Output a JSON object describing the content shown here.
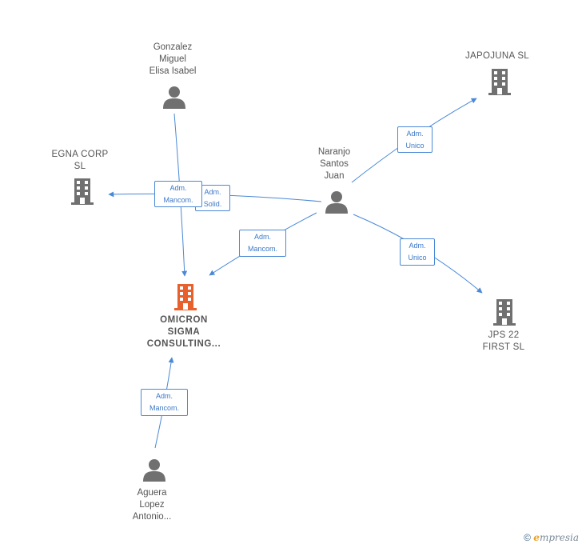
{
  "nodes": {
    "gonzalez": {
      "label": "Gonzalez\nMiguel\nElisa Isabel",
      "kind": "person"
    },
    "naranjo": {
      "label": "Naranjo\nSantos\nJuan",
      "kind": "person"
    },
    "aguera": {
      "label": "Aguera\nLopez\nAntonio...",
      "kind": "person"
    },
    "egna": {
      "label": "EGNA CORP\nSL",
      "kind": "company"
    },
    "japojuna": {
      "label": "JAPOJUNA  SL",
      "kind": "company"
    },
    "jps": {
      "label": "JPS 22\nFIRST  SL",
      "kind": "company"
    },
    "omicron": {
      "label": "OMICRON\nSIGMA\nCONSULTING...",
      "kind": "main-company"
    }
  },
  "edges": {
    "gonzalez_omicron": {
      "l1": "Adm.",
      "l2": "Mancom."
    },
    "naranjo_egna": {
      "l1": "Adm.",
      "l2": "Solid."
    },
    "naranjo_omicron": {
      "l1": "Adm.",
      "l2": "Mancom."
    },
    "naranjo_japojuna": {
      "l1": "Adm.",
      "l2": "Unico"
    },
    "naranjo_jps": {
      "l1": "Adm.",
      "l2": "Unico"
    },
    "aguera_omicron": {
      "l1": "Adm.",
      "l2": "Mancom."
    }
  },
  "footer": {
    "copyright": "©",
    "brand_initial": "e",
    "brand_rest": "mpresia"
  },
  "colors": {
    "edge": "#4a89d6",
    "person": "#707070",
    "company": "#707070",
    "main_company": "#e8602c"
  }
}
